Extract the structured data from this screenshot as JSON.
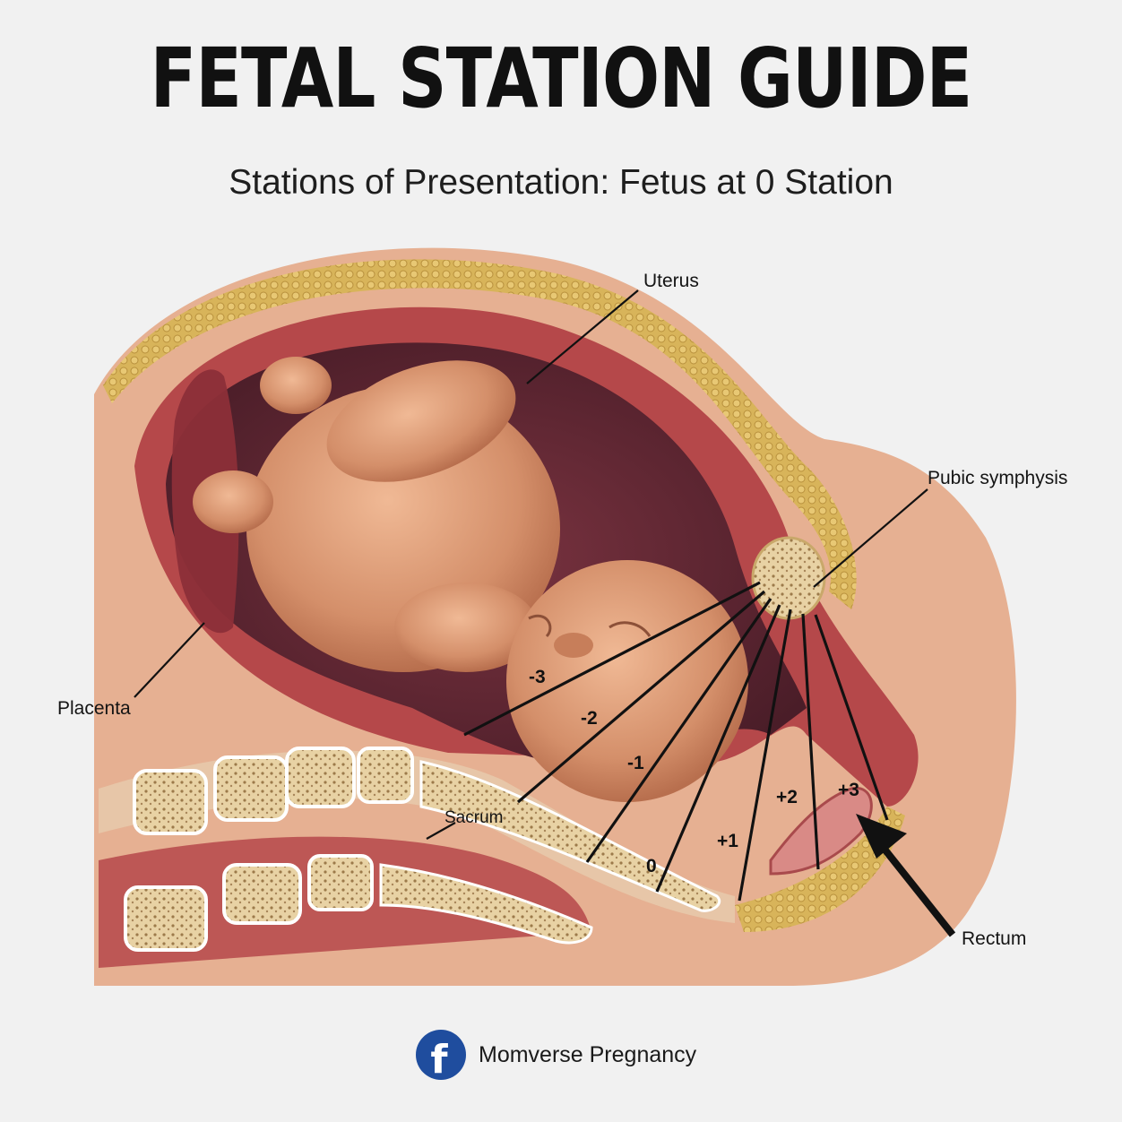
{
  "header": {
    "title": "FETAL STATION GUIDE",
    "subtitle": "Stations of Presentation: Fetus at 0 Station"
  },
  "labels": {
    "uterus": "Uterus",
    "pubic_symphysis": "Pubic symphysis",
    "placenta": "Placenta",
    "sacrum": "Sacrum",
    "rectum": "Rectum"
  },
  "stations": [
    "-3",
    "-2",
    "-1",
    "0",
    "+1",
    "+2",
    "+3"
  ],
  "footer": {
    "brand_icon": "facebook-icon",
    "brand_name": "Momverse Pregnancy"
  },
  "colors": {
    "fat": "#d8b45a",
    "muscle": "#b5484a",
    "skin": "#e8b396",
    "fetus": "#d8916c",
    "bone": "#e9d6ad",
    "facebook": "#1f4d9e"
  }
}
